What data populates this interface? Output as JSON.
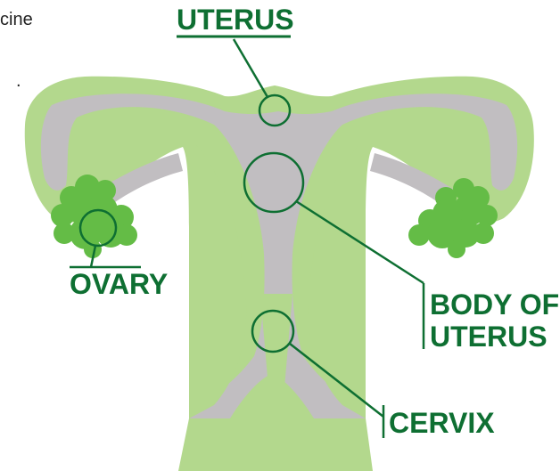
{
  "fragment_texts": [
    "cine",
    "."
  ],
  "labels": {
    "uterus": "UTERUS",
    "body_of_uterus_line1": "BODY OF",
    "body_of_uterus_line2": "UTERUS",
    "ovary": "OVARY",
    "cervix": "CERVIX"
  },
  "colors": {
    "light_green": "#b3d88d",
    "gray": "#c1bec1",
    "ovary_green": "#64bc46",
    "label_green": "#0e6f32",
    "background": "#ffffff"
  }
}
